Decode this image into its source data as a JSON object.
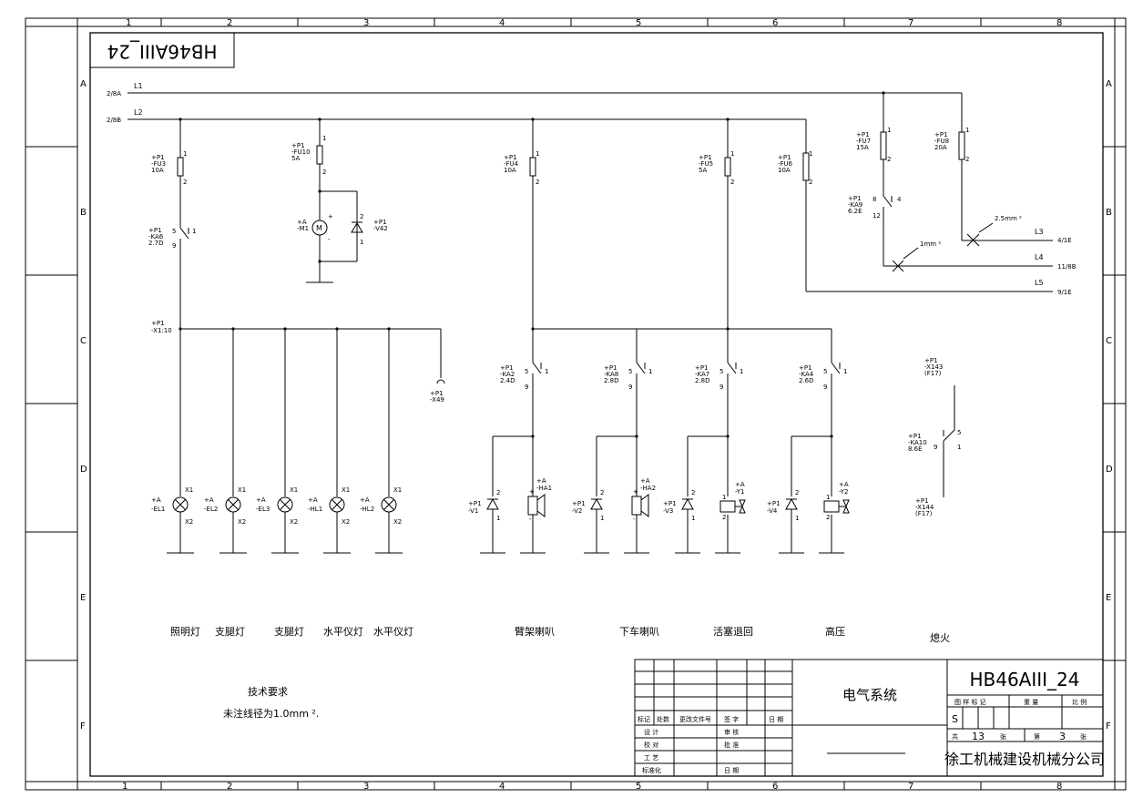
{
  "grid": {
    "cols": [
      "1",
      "2",
      "3",
      "4",
      "5",
      "6",
      "7",
      "8"
    ],
    "rows": [
      "A",
      "B",
      "C",
      "D",
      "E",
      "F"
    ]
  },
  "stamp": "HB46AIII_24",
  "lines": {
    "L1": {
      "name": "L1",
      "ref": "2/8A"
    },
    "L2": {
      "name": "L2",
      "ref": "2/8B"
    },
    "L3": {
      "name": "L3",
      "ref": "4/1E"
    },
    "L4": {
      "name": "L4",
      "ref": "11/8B"
    },
    "L5": {
      "name": "L5",
      "ref": "9/1E"
    }
  },
  "wire_sizes": {
    "a": "2.5mm ²",
    "b": "1mm ²"
  },
  "fuses": [
    {
      "p": "+P1",
      "id": "-FU3",
      "rating": "10A",
      "pin_top": "1",
      "pin_bot": "2"
    },
    {
      "p": "+P1",
      "id": "-FU10",
      "rating": "5A",
      "pin_top": "1",
      "pin_bot": "2"
    },
    {
      "p": "+P1",
      "id": "-FU4",
      "rating": "10A",
      "pin_top": "1",
      "pin_bot": "2"
    },
    {
      "p": "+P1",
      "id": "-FU5",
      "rating": "5A",
      "pin_top": "1",
      "pin_bot": "2"
    },
    {
      "p": "+P1",
      "id": "-FU6",
      "rating": "10A",
      "pin_top": "1",
      "pin_bot": "2"
    },
    {
      "p": "+P1",
      "id": "-FU7",
      "rating": "15A",
      "pin_top": "1",
      "pin_bot": "2"
    },
    {
      "p": "+P1",
      "id": "-FU8",
      "rating": "20A",
      "pin_top": "1",
      "pin_bot": "2"
    }
  ],
  "relays": [
    {
      "p": "+P1",
      "id": "-KA6",
      "ref": "2.7D",
      "pin_a": "5",
      "pin_b": "9",
      "pin_c": "1"
    },
    {
      "p": "+P1",
      "id": "-KA2",
      "ref": "2.4D",
      "pin_a": "5",
      "pin_b": "9",
      "pin_c": "1"
    },
    {
      "p": "+P1",
      "id": "-KA8",
      "ref": "2.8D",
      "pin_a": "5",
      "pin_b": "9",
      "pin_c": "1"
    },
    {
      "p": "+P1",
      "id": "-KA7",
      "ref": "2.8D",
      "pin_a": "5",
      "pin_b": "9",
      "pin_c": "1"
    },
    {
      "p": "+P1",
      "id": "-KA4",
      "ref": "2.6D",
      "pin_a": "5",
      "pin_b": "9",
      "pin_c": "1"
    },
    {
      "p": "+P1",
      "id": "-KA9",
      "ref": "6.2E",
      "pin_a": "8",
      "pin_b": "12",
      "pin_c": "4"
    },
    {
      "p": "+P1",
      "id": "-KA10",
      "ref": "8.6E",
      "pin_a": "5",
      "pin_b": "9",
      "pin_c": "1"
    }
  ],
  "motor": {
    "p": "+A",
    "id": "-M1",
    "symbol": "M",
    "plus": "+",
    "minus": "-"
  },
  "diode_v42": {
    "p": "+P1",
    "id": "-V42",
    "pin_a": "2",
    "pin_b": "1"
  },
  "terminal_x1": {
    "p": "+P1",
    "id": "-X1:10"
  },
  "socket_x49": {
    "p": "+P1",
    "id": "-X49"
  },
  "lamps": [
    {
      "p": "+A",
      "id": "-EL1",
      "pin_a": "X1",
      "pin_b": "X2"
    },
    {
      "p": "+A",
      "id": "-EL2",
      "pin_a": "X1",
      "pin_b": "X2"
    },
    {
      "p": "+A",
      "id": "-EL3",
      "pin_a": "X1",
      "pin_b": "X2"
    },
    {
      "p": "+A",
      "id": "-HL1",
      "pin_a": "X1",
      "pin_b": "X2"
    },
    {
      "p": "+A",
      "id": "-HL2",
      "pin_a": "X1",
      "pin_b": "X2"
    }
  ],
  "diodes": [
    {
      "p": "+P1",
      "id": "-V1",
      "pin_a": "2",
      "pin_b": "1"
    },
    {
      "p": "+P1",
      "id": "-V2",
      "pin_a": "2",
      "pin_b": "1"
    },
    {
      "p": "+P1",
      "id": "-V3",
      "pin_a": "2",
      "pin_b": "1"
    },
    {
      "p": "+P1",
      "id": "-V4",
      "pin_a": "2",
      "pin_b": "1"
    }
  ],
  "horns": [
    {
      "p": "+A",
      "id": "-HA1",
      "plus": "+",
      "minus": "-"
    },
    {
      "p": "+A",
      "id": "-HA2",
      "plus": "+",
      "minus": "-"
    }
  ],
  "valves": [
    {
      "p": "+A",
      "id": "-Y1",
      "pin_a": "1",
      "pin_b": "2"
    },
    {
      "p": "+A",
      "id": "-Y2",
      "pin_a": "1",
      "pin_b": "2"
    }
  ],
  "x43": {
    "p": "+P1",
    "id": "-X143",
    "ref": "(F17)"
  },
  "x44": {
    "p": "+P1",
    "id": "-X144",
    "ref": "(F17)"
  },
  "circuit_names": [
    "照明灯",
    "支腿灯",
    "支腿灯",
    "水平仪灯",
    "水平仪灯",
    "臂架喇叭",
    "下车喇叭",
    "活塞退回",
    "高压",
    "熄火"
  ],
  "notes": {
    "title": "技术要求",
    "text": "未注线径为1.0mm ²."
  },
  "title_block": {
    "drawing_name": "电气系统",
    "drawing_no": "HB46AIII_24",
    "col_mark": "标记",
    "col_qty": "处数",
    "col_doc": "更改文件号",
    "col_sign": "签 字",
    "col_date": "日 期",
    "design": "设 计",
    "review": "审 核",
    "check": "校 对",
    "approve": "批 准",
    "process": "工 艺",
    "standard": "标准化",
    "date2": "日 期",
    "stage": "图 样 标 记",
    "weight": "重 量",
    "scale": "比 例",
    "stage_val": "S",
    "total_pre": "共",
    "total_val": "13",
    "total_post": "张",
    "sheet_pre": "第",
    "sheet_val": "3",
    "sheet_post": "张",
    "company": "徐工机械建设机械分公司"
  }
}
